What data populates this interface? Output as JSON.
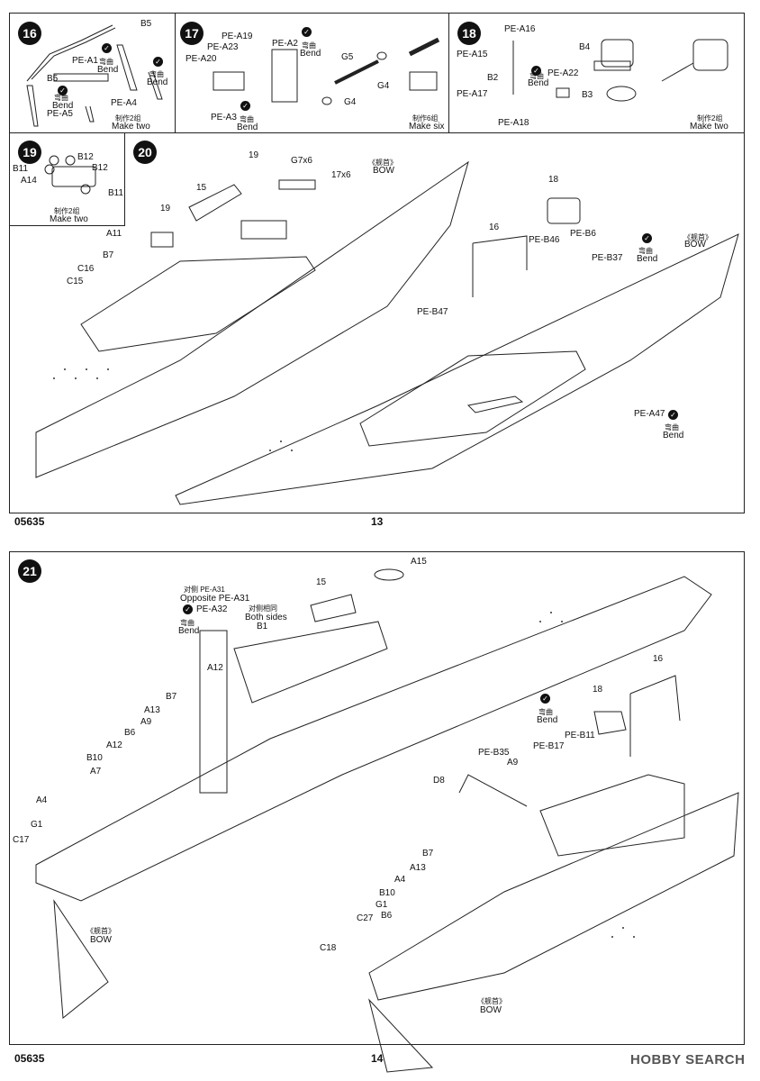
{
  "page13": {
    "footer_code": "05635",
    "page_number": "13",
    "step16": {
      "num": "16",
      "labels": [
        "B5",
        "PE-A1",
        "B5",
        "PE-A4",
        "PE-A5"
      ],
      "bend_cn": "弯曲",
      "bend_en": "Bend",
      "make_cn": "制作2组",
      "make_en": "Make two"
    },
    "step17": {
      "num": "17",
      "labels": [
        "PE-A19",
        "PE-A23",
        "PE-A20",
        "PE-A2",
        "PE-A3",
        "G5",
        "G4",
        "G4"
      ],
      "bend_cn": "弯曲",
      "bend_en": "Bend",
      "make_cn": "制作6组",
      "make_en": "Make six"
    },
    "step18": {
      "num": "18",
      "labels": [
        "PE-A16",
        "PE-A15",
        "B2",
        "PE-A17",
        "PE-A18",
        "B4",
        "PE-A22",
        "B3"
      ],
      "bend_cn": "弯曲",
      "bend_en": "Bend",
      "make_cn": "制作2组",
      "make_en": "Make two"
    },
    "step19": {
      "num": "19",
      "labels": [
        "B12",
        "B11",
        "B12",
        "A14",
        "B11"
      ],
      "make_cn": "制作2组",
      "make_en": "Make two"
    },
    "step20": {
      "num": "20",
      "labels": [
        "G7x6",
        "x6",
        "A11",
        "B7",
        "C16",
        "C15",
        "PE-B46",
        "PE-B6",
        "PE-B37",
        "PE-B47",
        "PE-A47"
      ],
      "refs": [
        "19",
        "19",
        "15",
        "17",
        "16",
        "18"
      ],
      "bow_cn": "《舰首》",
      "bow_en": "BOW",
      "bend_cn": "弯曲",
      "bend_en": "Bend"
    }
  },
  "page14": {
    "footer_code": "05635",
    "page_number": "14",
    "step21": {
      "num": "21",
      "opposite_cn": "对侧 PE-A31",
      "opposite_en": "Opposite PE-A31",
      "both_cn": "对侧相同",
      "both_en": "Both sides",
      "labels_left": [
        "PE-A32",
        "B1",
        "A12",
        "B7",
        "A13",
        "A9",
        "B6",
        "A12",
        "B10",
        "A7",
        "A4",
        "G1",
        "C17",
        "A15"
      ],
      "labels_right": [
        "PE-B35",
        "PE-B17",
        "PE-B11",
        "A9",
        "D8",
        "B7",
        "A13",
        "A4",
        "B10",
        "G1",
        "B6",
        "C27",
        "C18"
      ],
      "refs": [
        "15",
        "16",
        "18"
      ],
      "bow_cn": "《舰首》",
      "bow_en": "BOW",
      "bend_cn": "弯曲",
      "bend_en": "Bend"
    }
  },
  "watermark": "HOBBY SEARCH"
}
